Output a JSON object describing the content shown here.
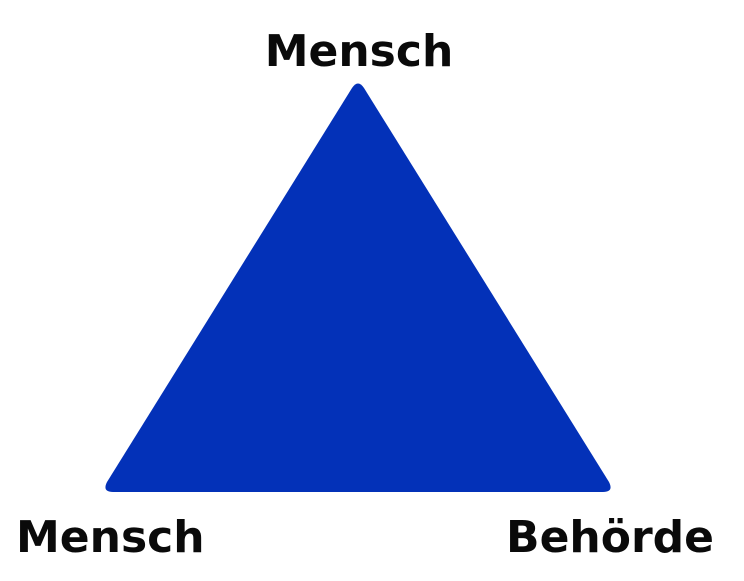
{
  "diagram": {
    "colors": {
      "triangle_fill": "#0331b8",
      "label_text": "#0a0a0a",
      "background": "#ffffff"
    },
    "vertices": {
      "top": "Mensch",
      "bottom_left": "Mensch",
      "bottom_right": "Behörde"
    }
  }
}
